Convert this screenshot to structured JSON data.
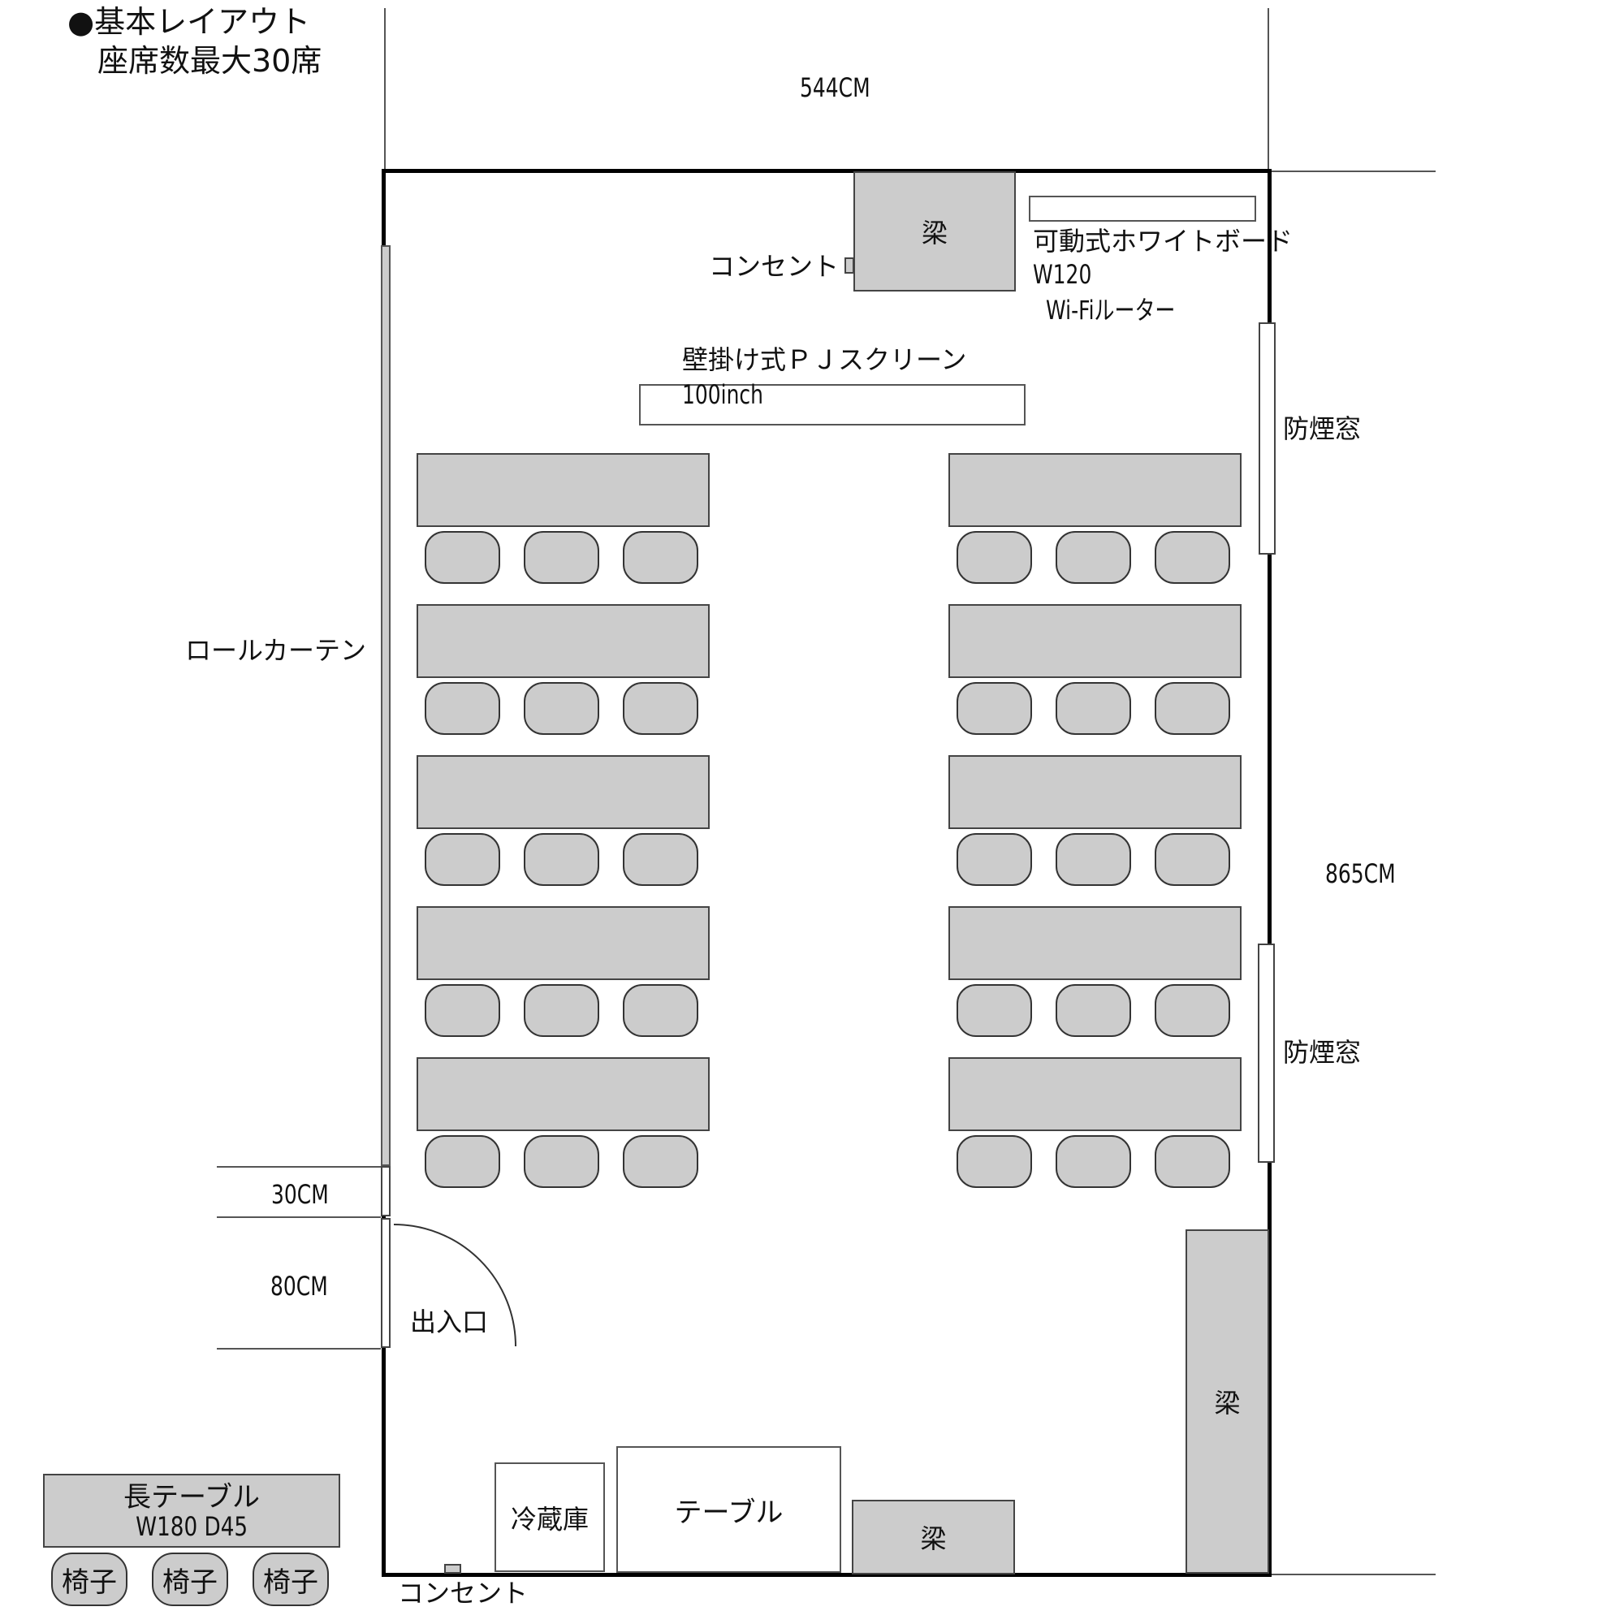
{
  "header": {
    "title": "●基本レイアウト",
    "subtitle": "座席数最大30席"
  },
  "dimensions": {
    "width": "544CM",
    "depth": "865CM",
    "gap": "30CM",
    "door": "80CM"
  },
  "labels": {
    "beam": "梁",
    "outlet_top": "コンセント",
    "outlet_bottom": "コンセント",
    "whiteboard": "可動式ホワイトボード",
    "whiteboard_size": "W120",
    "wifi": "Wi-Fiルーター",
    "screen": "壁掛け式ＰＪスクリーン",
    "screen_size": "100inch",
    "curtain": "ロールカーテン",
    "smoke_window_1": "防煙窓",
    "smoke_window_2": "防煙窓",
    "entrance": "出入口",
    "fridge": "冷蔵庫",
    "side_table": "テーブル"
  },
  "layout": {
    "rows_per_column": 5,
    "columns": 2,
    "chairs_per_table": 3,
    "total_seats": 30
  },
  "legend": {
    "table_name": "長テーブル",
    "table_size": "W180  D45",
    "chairs": [
      "椅子",
      "椅子",
      "椅子"
    ]
  },
  "colors": {
    "furniture_fill": "#cccccc",
    "wall": "#000000",
    "background": "#ffffff"
  }
}
